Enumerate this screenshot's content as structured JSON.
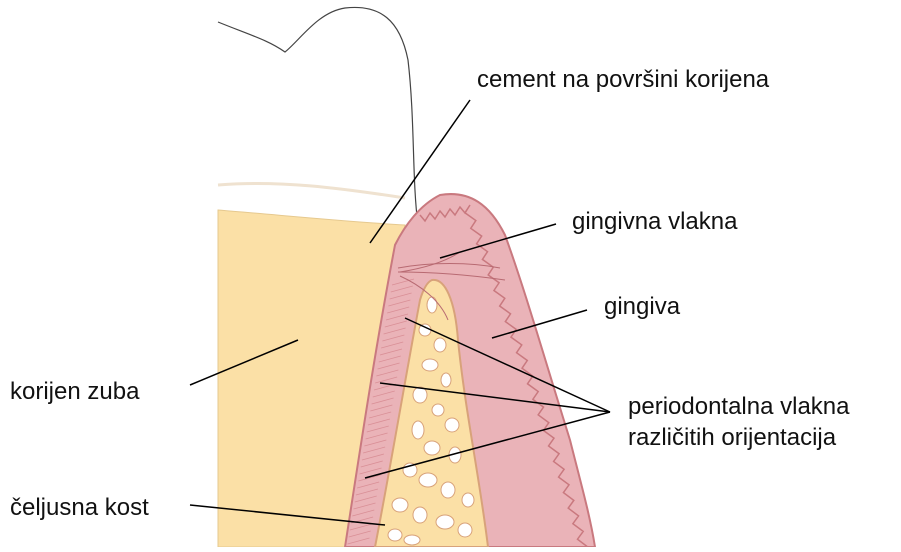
{
  "diagram": {
    "labels": {
      "cement": "cement na površini korijena",
      "gingival_fibers": "gingivna vlakna",
      "gingiva": "gingiva",
      "root": "korijen zuba",
      "periodontal_line1": "periodontalna vlakna",
      "periodontal_line2": "različitih orijentacija",
      "jaw_bone": "čeljusna kost"
    },
    "colors": {
      "root": "#fbe0a6",
      "gingiva": "#eab3b8",
      "gingiva_edge": "#c9797f",
      "bone": "#fbe0a6",
      "bone_edge": "#d8a27a",
      "outline": "#444444",
      "leader": "#000000"
    }
  }
}
